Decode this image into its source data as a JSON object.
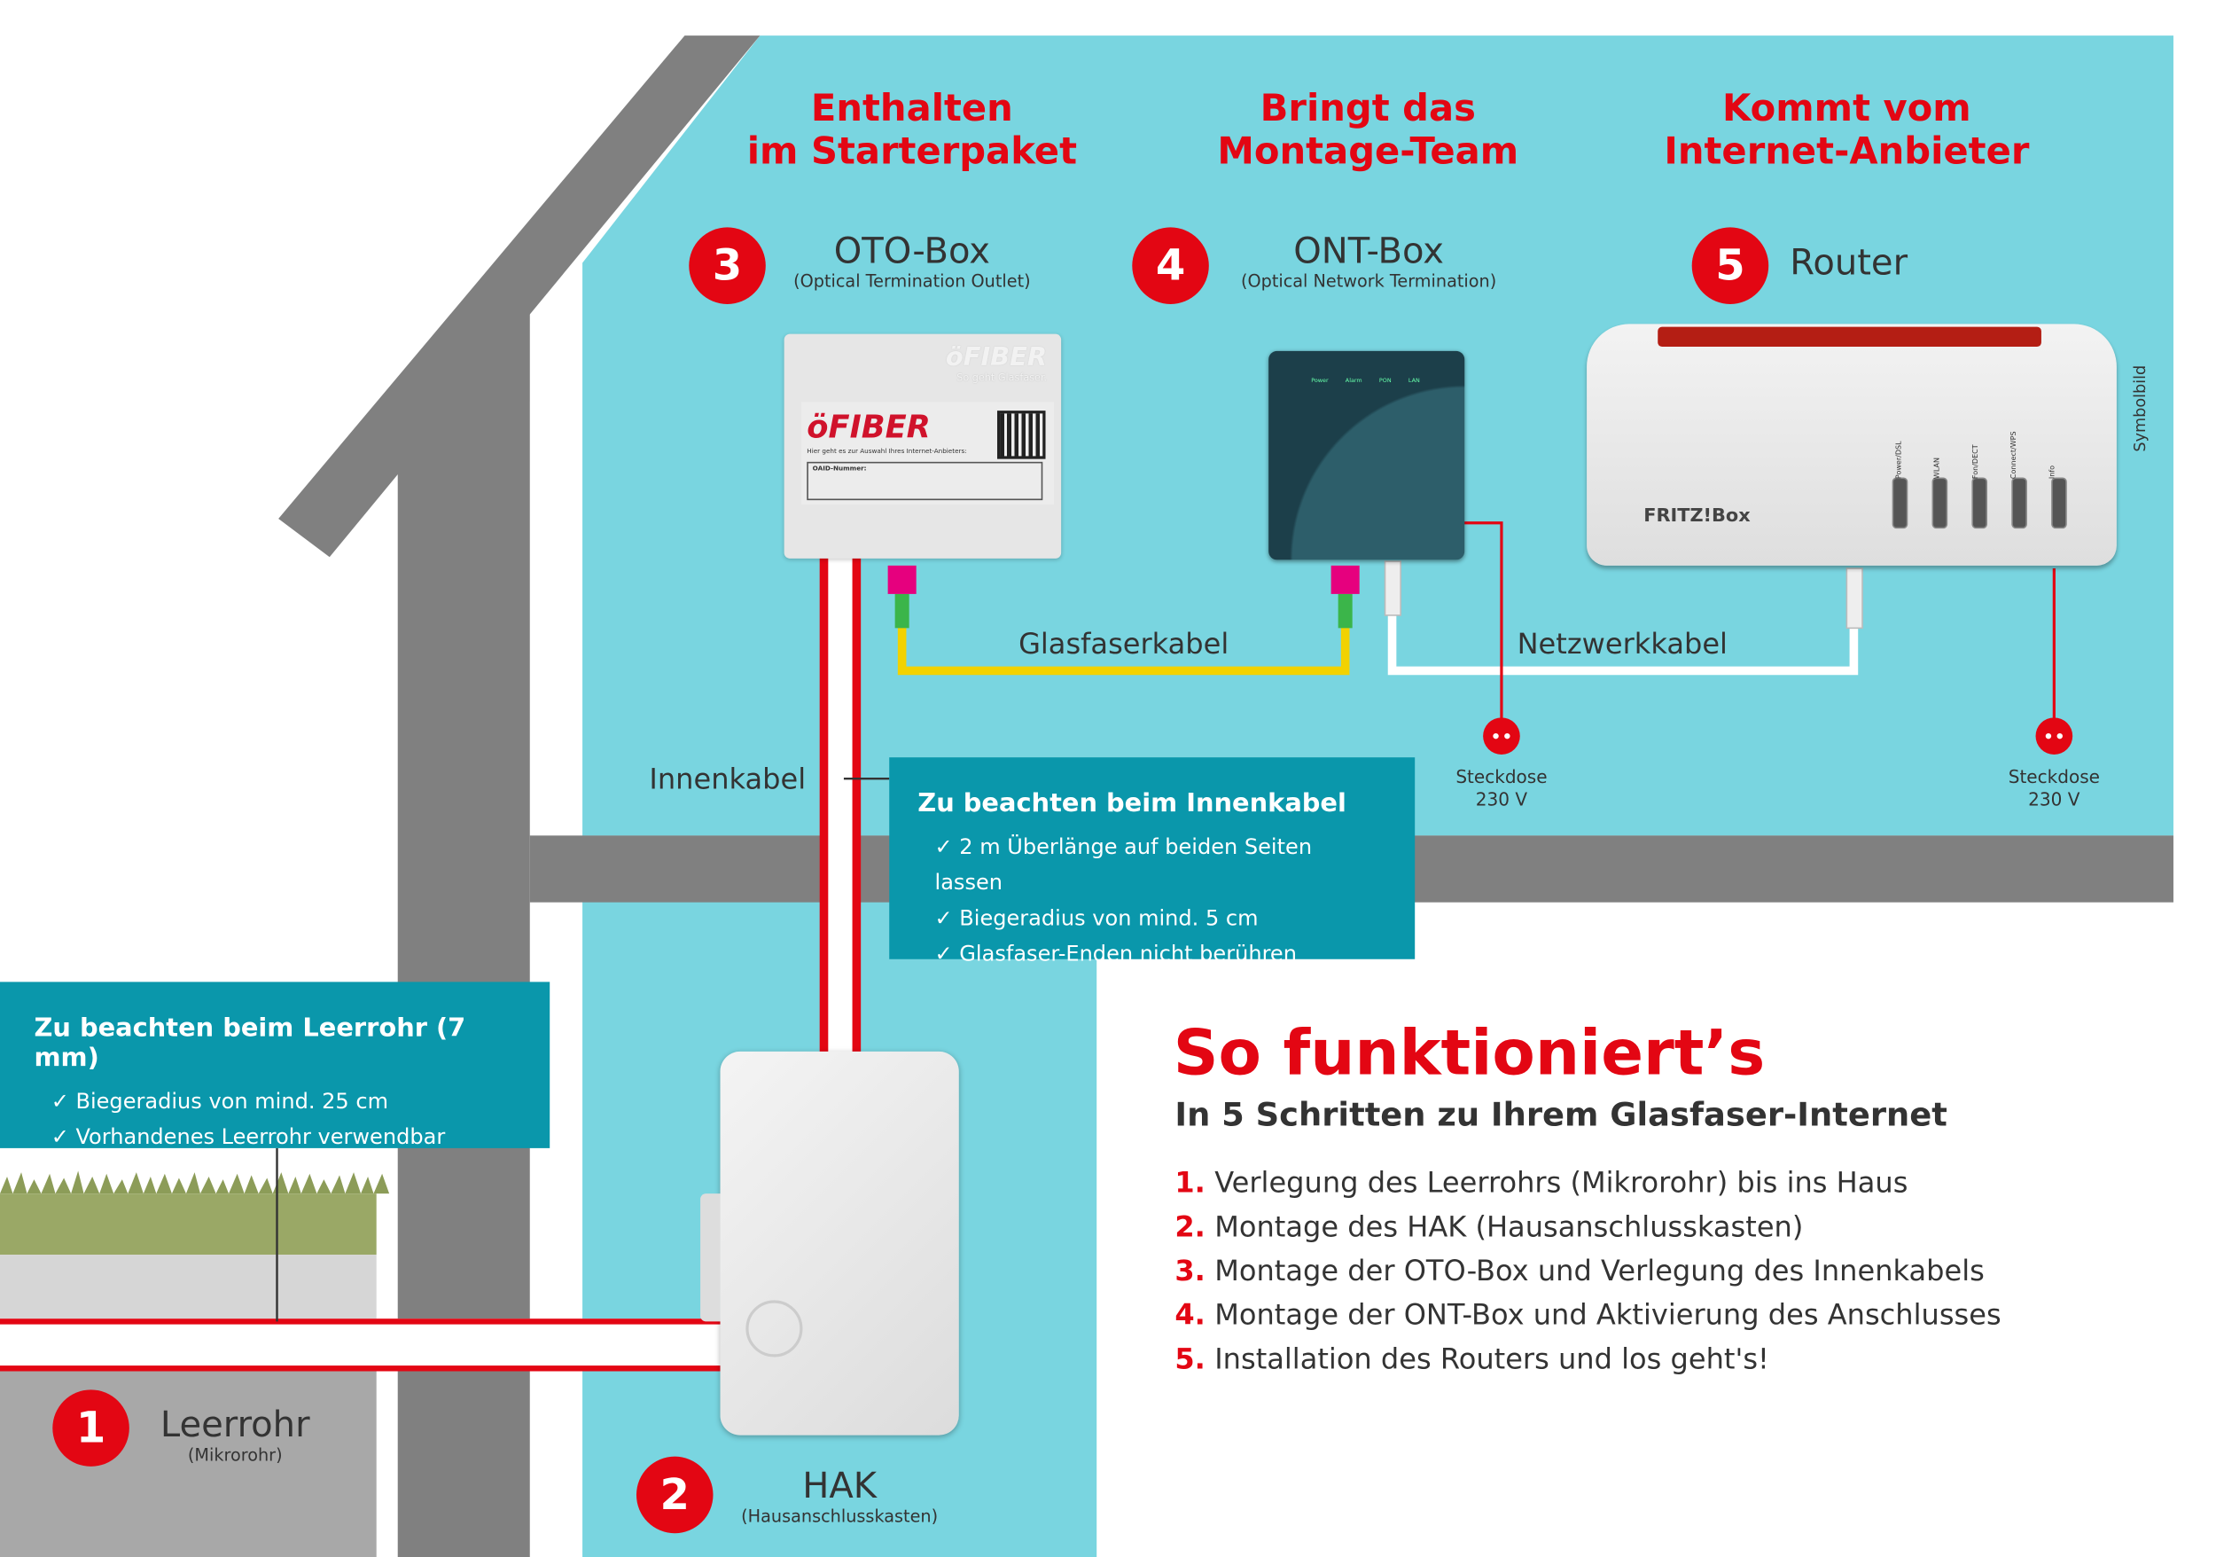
{
  "colors": {
    "teal": "#79d5e0",
    "dark_teal": "#0a97ab",
    "red": "#e30613",
    "gray": "#808080"
  },
  "columns": [
    {
      "heading": "Enthalten\nim Starterpaket",
      "number": "3",
      "title": "OTO-Box",
      "subtitle": "(Optical Termination Outlet)"
    },
    {
      "heading": "Bringt das\nMontage-Team",
      "number": "4",
      "title": "ONT-Box",
      "subtitle": "(Optical Network Termination)"
    },
    {
      "heading": "Kommt vom\nInternet-Anbieter",
      "number": "5",
      "title": "Router",
      "subtitle": ""
    }
  ],
  "oto_box": {
    "emboss_logo": "öFIBER",
    "emboss_tagline": "So geht Glasfaser.",
    "logo": "öFIBER",
    "label_text": "Hier geht es zur Auswahl Ihres Internet-Anbieters:",
    "field_label": "OAID-Nummer:",
    "qr_icon": "qr-code-icon"
  },
  "ont_box": {
    "leds": [
      "Power",
      "Alarm",
      "PON",
      "LAN"
    ]
  },
  "router": {
    "brand": "FRITZ!Box",
    "leds": [
      "Power/DSL",
      "WLAN",
      "Fon/DECT",
      "Connect/WPS",
      "Info"
    ],
    "note": "Symbolbild"
  },
  "cables": {
    "fiber": "Glasfaserkabel",
    "network": "Netzwerkkabel",
    "indoor": "Innenkabel"
  },
  "sockets": [
    {
      "label": "Steckdose",
      "voltage": "230 V"
    },
    {
      "label": "Steckdose",
      "voltage": "230 V"
    }
  ],
  "innenkabel_box": {
    "title": "Zu beachten beim Innenkabel",
    "items": [
      "✓ 2 m Überlänge auf beiden Seiten lassen",
      "✓ Biegeradius von mind. 5 cm",
      "✓ Glasfaser-Enden nicht berühren"
    ]
  },
  "leerrohr_box": {
    "title": "Zu beachten beim Leerrohr (7 mm)",
    "items": [
      "✓ Biegeradius von mind. 25 cm",
      "✓ Vorhandenes Leerrohr verwendbar"
    ]
  },
  "step1": {
    "number": "1",
    "title": "Leerrohr",
    "subtitle": "(Mikrorohr)"
  },
  "step2": {
    "number": "2",
    "title": "HAK",
    "subtitle": "(Hausanschlusskasten)"
  },
  "howto": {
    "title": "So funktioniert’s",
    "subtitle": "In 5 Schritten zu Ihrem Glasfaser-Internet",
    "steps": [
      {
        "n": "1.",
        "text": "Verlegung des Leerrohrs (Mikrorohr) bis ins Haus"
      },
      {
        "n": "2.",
        "text": "Montage des HAK (Hausanschlusskasten)"
      },
      {
        "n": "3.",
        "text": "Montage der OTO-Box und Verlegung des Innenkabels"
      },
      {
        "n": "4.",
        "text": "Montage der ONT-Box und Aktivierung des Anschlusses"
      },
      {
        "n": "5.",
        "text": "Installation des Routers und los geht's!"
      }
    ]
  }
}
